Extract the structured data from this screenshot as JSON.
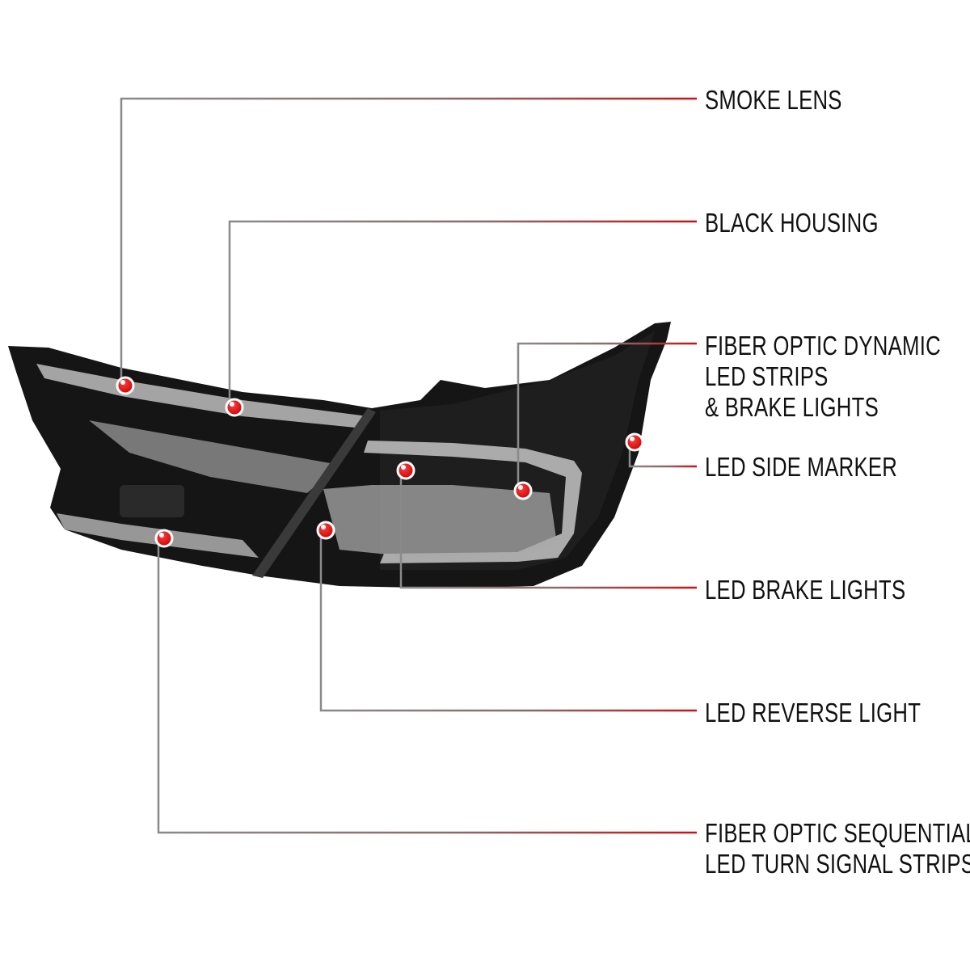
{
  "callouts": [
    {
      "id": "smoke-lens",
      "lines": [
        "SMOKE LENS"
      ]
    },
    {
      "id": "black-housing",
      "lines": [
        "BLACK HOUSING"
      ]
    },
    {
      "id": "fiber-optic-dynamic",
      "lines": [
        "FIBER OPTIC DYNAMIC",
        "LED STRIPS",
        "& BRAKE LIGHTS"
      ]
    },
    {
      "id": "led-side-marker",
      "lines": [
        "LED SIDE MARKER"
      ]
    },
    {
      "id": "led-brake-lights",
      "lines": [
        "LED BRAKE LIGHTS"
      ]
    },
    {
      "id": "led-reverse-light",
      "lines": [
        "LED REVERSE LIGHT"
      ]
    },
    {
      "id": "fiber-optic-sequential",
      "lines": [
        "FIBER OPTIC SEQUENTIAL",
        "LED TURN SIGNAL STRIPS"
      ]
    }
  ],
  "colors": {
    "leader_start": "#8a8a8a",
    "leader_end": "#cc1111",
    "dot": "#e00000",
    "housing": "#141414",
    "strip": "#c9c9c9"
  }
}
